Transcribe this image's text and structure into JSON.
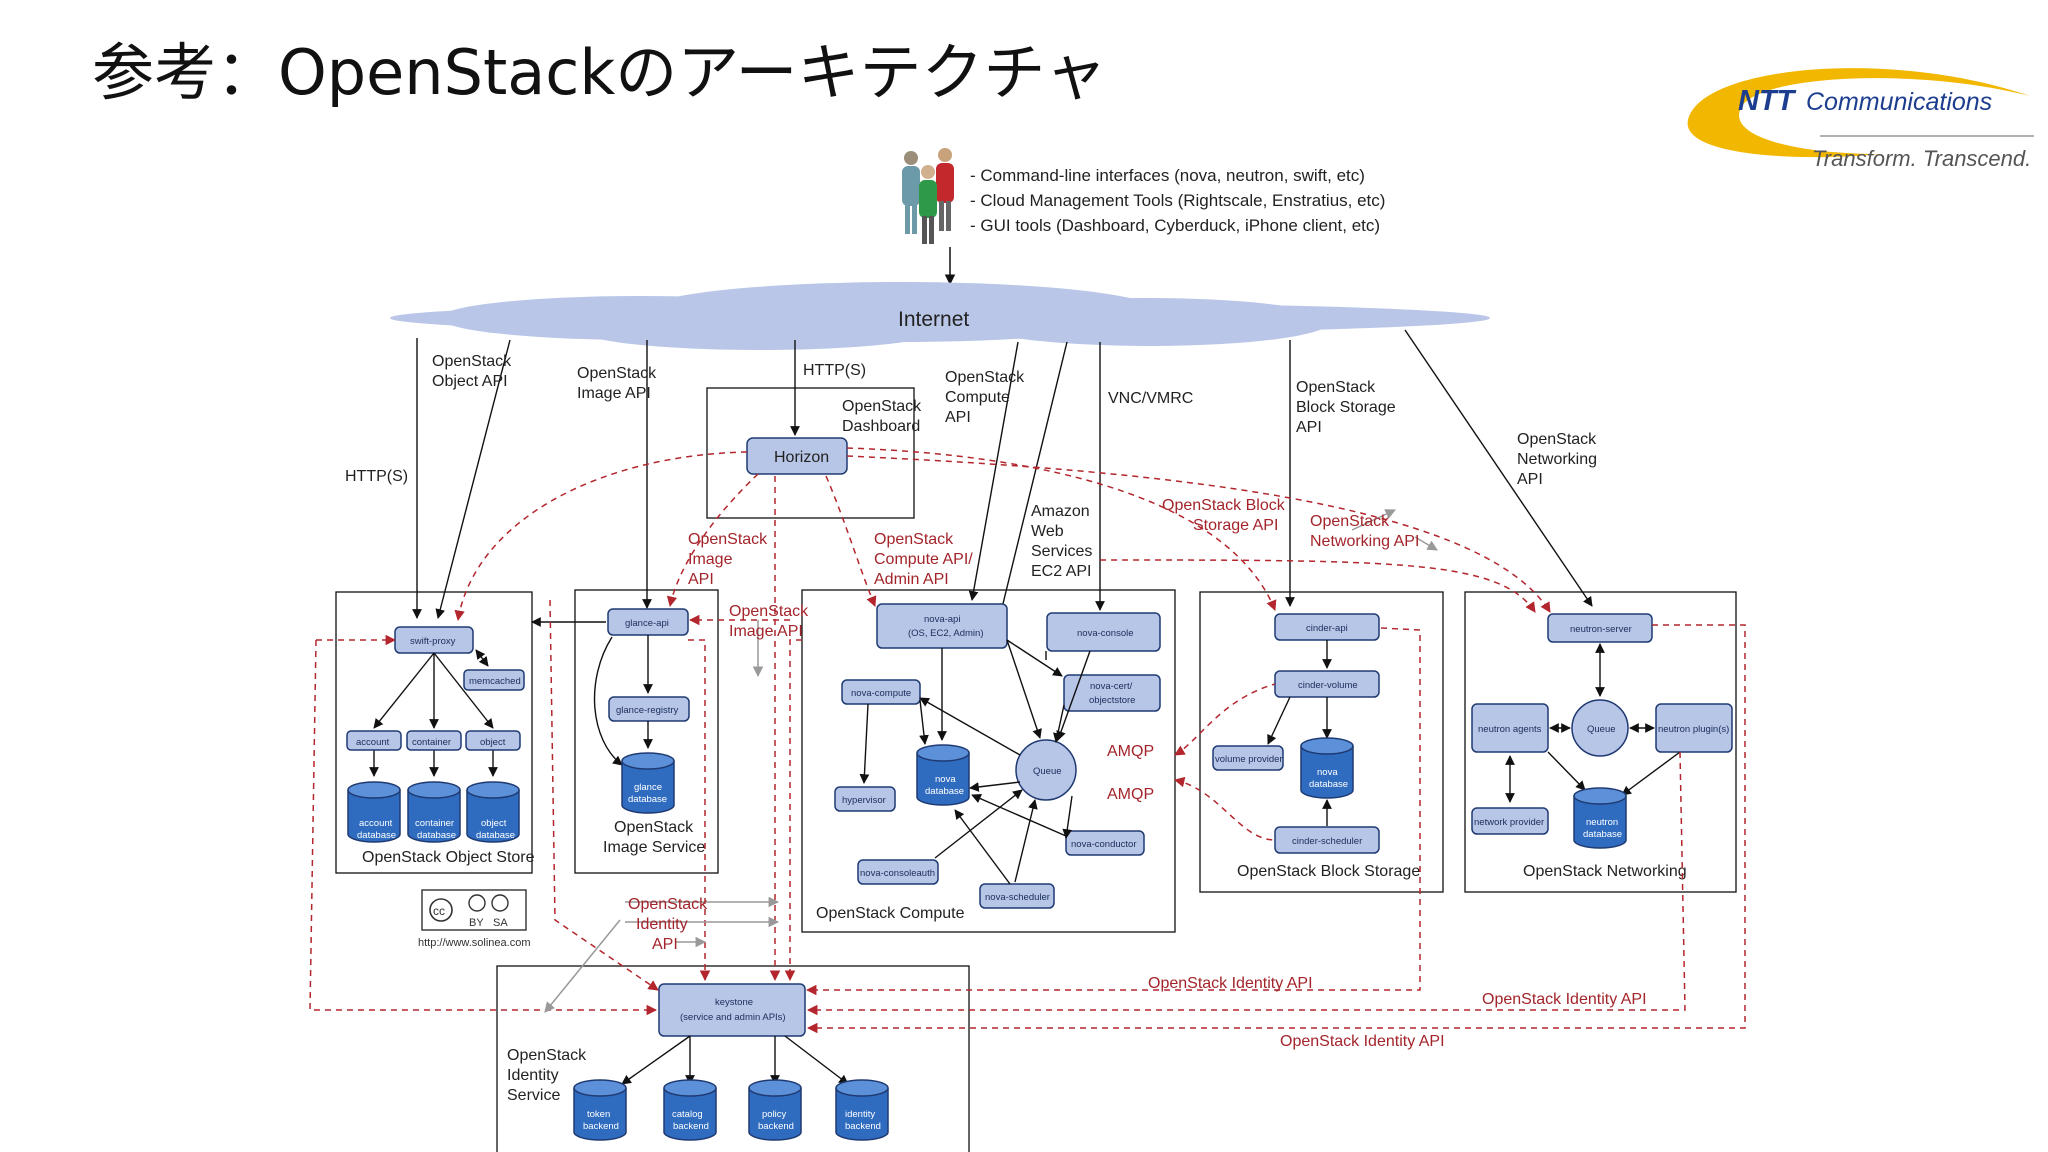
{
  "slide": {
    "title": "参考：OpenStackのアーキテクチャ"
  },
  "logo": {
    "brand_bold": "NTT",
    "brand_rest": "Communications",
    "tagline": "Transform. Transcend.",
    "colors": {
      "swoosh": "#f2b700",
      "text": "#1d3d8f"
    }
  },
  "colors": {
    "box_fill": "#b7c5e6",
    "box_stroke": "#1f3a72",
    "db_fill": "#2f6cc0",
    "cloud": "#b9c6e8",
    "red_dashed": "#b3262d"
  },
  "users": {
    "icon": "people-icon",
    "lines": [
      "- Command-line interfaces (nova, neutron, swift, etc)",
      "- Cloud Management Tools (Rightscale, Enstratius, etc)",
      "- GUI tools (Dashboard, Cyberduck, iPhone client, etc)"
    ]
  },
  "internet": "Internet",
  "api_labels": {
    "http_s_left": "HTTP(S)",
    "object_api": [
      "OpenStack",
      "Object API"
    ],
    "image_api": [
      "OpenStack",
      "Image API"
    ],
    "http_s_top": "HTTP(S)",
    "dashboard": [
      "OpenStack",
      "Dashboard"
    ],
    "compute_api": [
      "OpenStack",
      "Compute",
      "API"
    ],
    "vnc": "VNC/VMRC",
    "block_api": [
      "OpenStack",
      "Block Storage",
      "API"
    ],
    "networking_api": [
      "OpenStack",
      "Networking",
      "API"
    ],
    "aws_ec2": [
      "Amazon",
      "Web",
      "Services",
      "EC2 API"
    ]
  },
  "red_labels": {
    "image_api_1": [
      "OpenStack",
      "Image",
      "API"
    ],
    "compute_admin_api": [
      "OpenStack",
      "Compute API/",
      "Admin API"
    ],
    "block_storage_api": [
      "OpenStack Block",
      "Storage API"
    ],
    "networking_api": [
      "OpenStack",
      "Networking API"
    ],
    "image_api_2": [
      "OpenStack",
      "Image API"
    ],
    "amqp_1": "AMQP",
    "amqp_2": "AMQP",
    "identity_api_left": [
      "OpenStack",
      "Identity",
      "API"
    ],
    "identity_api_1": "OpenStack Identity API",
    "identity_api_2": "OpenStack Identity API",
    "identity_api_3": "OpenStack Identity API"
  },
  "horizon": "Horizon",
  "object_store": {
    "title": "OpenStack Object Store",
    "swift_proxy": "swift-proxy",
    "memcached": "memcached",
    "nodes": [
      "account",
      "container",
      "object"
    ],
    "dbs": [
      [
        "account",
        "database"
      ],
      [
        "container",
        "database"
      ],
      [
        "object",
        "database"
      ]
    ]
  },
  "image_service": {
    "title": [
      "OpenStack",
      "Image Service"
    ],
    "glance_api": "glance-api",
    "glance_registry": "glance-registry",
    "db": [
      "glance",
      "database"
    ]
  },
  "compute": {
    "title": "OpenStack Compute",
    "nova_api": [
      "nova-api",
      "(OS, EC2, Admin)"
    ],
    "nova_console": "nova-console",
    "nova_compute": "nova-compute",
    "nova_cert": [
      "nova-cert/",
      "objectstore"
    ],
    "queue": "Queue",
    "nova_db": [
      "nova",
      "database"
    ],
    "hypervisor": "hypervisor",
    "nova_conductor": "nova-conductor",
    "nova_consoleauth": "nova-consoleauth",
    "nova_scheduler": "nova-scheduler"
  },
  "block_storage": {
    "title": "OpenStack Block Storage",
    "cinder_api": "cinder-api",
    "cinder_volume": "cinder-volume",
    "volume_provider": "volume provider",
    "db": [
      "nova",
      "database"
    ],
    "cinder_scheduler": "cinder-scheduler"
  },
  "networking": {
    "title": "OpenStack Networking",
    "neutron_server": "neutron-server",
    "neutron_agents": "neutron agents",
    "queue": "Queue",
    "neutron_plugins": "neutron plugin(s)",
    "network_provider": "network provider",
    "db": [
      "neutron",
      "database"
    ]
  },
  "identity": {
    "title": [
      "OpenStack",
      "Identity",
      "Service"
    ],
    "keystone": [
      "keystone",
      "(service and admin APIs)"
    ],
    "backends": [
      [
        "token",
        "backend"
      ],
      [
        "catalog",
        "backend"
      ],
      [
        "policy",
        "backend"
      ],
      [
        "identity",
        "backend"
      ]
    ]
  },
  "license": {
    "cc": "cc",
    "by": "BY",
    "sa": "SA",
    "url": "http://www.solinea.com"
  }
}
